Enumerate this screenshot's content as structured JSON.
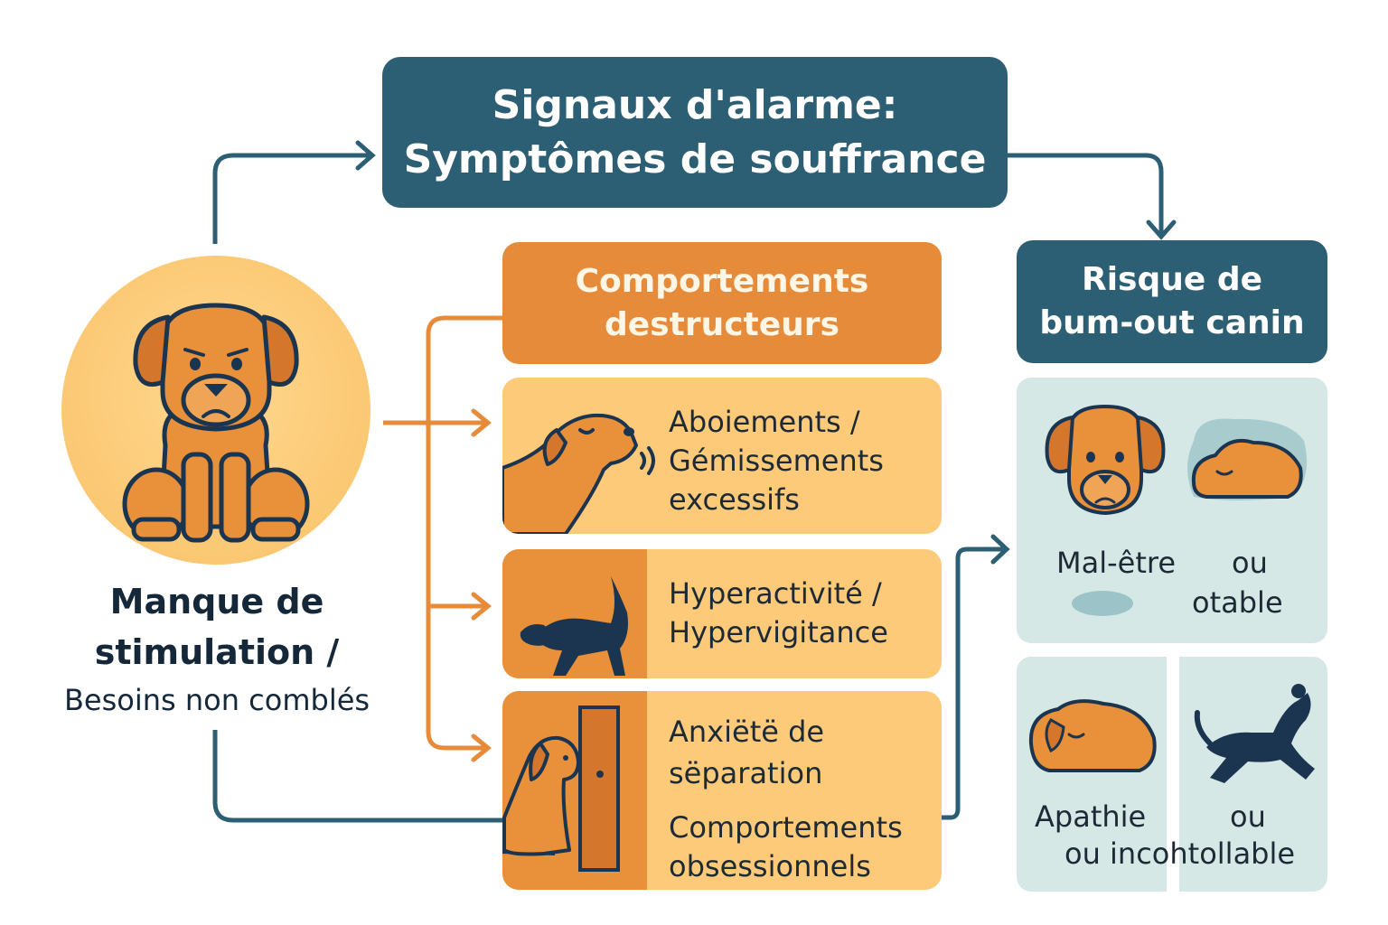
{
  "title": {
    "line1": "Signaux d'alarme:",
    "line2": "Symptômes de souffrance"
  },
  "cause": {
    "line1": "Manque de",
    "line2": "stimulation /",
    "line3": "Besoins non comblés"
  },
  "behaviors": {
    "header_line1": "Comportements",
    "header_line2": "destructeurs",
    "items": [
      {
        "lines": [
          "Aboiements /",
          "Gémissements",
          "excessifs"
        ],
        "icon": "barking-dog-icon"
      },
      {
        "lines": [
          "Hyperactivité /",
          "Hypervigitance"
        ],
        "icon": "hyperactive-dog-icon"
      },
      {
        "lines": [
          "Anxiëtë de",
          "sëparation",
          "Comportements",
          "obsessionnels"
        ],
        "icon": "dog-at-door-icon"
      }
    ]
  },
  "risk": {
    "header_line1": "Risque de",
    "header_line2": "bum-out canin",
    "panel1": {
      "left": "Mal-être",
      "right": "ou",
      "right2": "otable"
    },
    "panel2": {
      "left": "Apathie",
      "right": "ou",
      "bottom": "ou incohtollable"
    }
  },
  "colors": {
    "teal": "#2d5f74",
    "orange": "#e68b3a",
    "light_orange": "#fcca79",
    "light_teal": "#d5e8e6",
    "dog_fur": "#e8903a",
    "dark_dog": "#1b3550"
  }
}
